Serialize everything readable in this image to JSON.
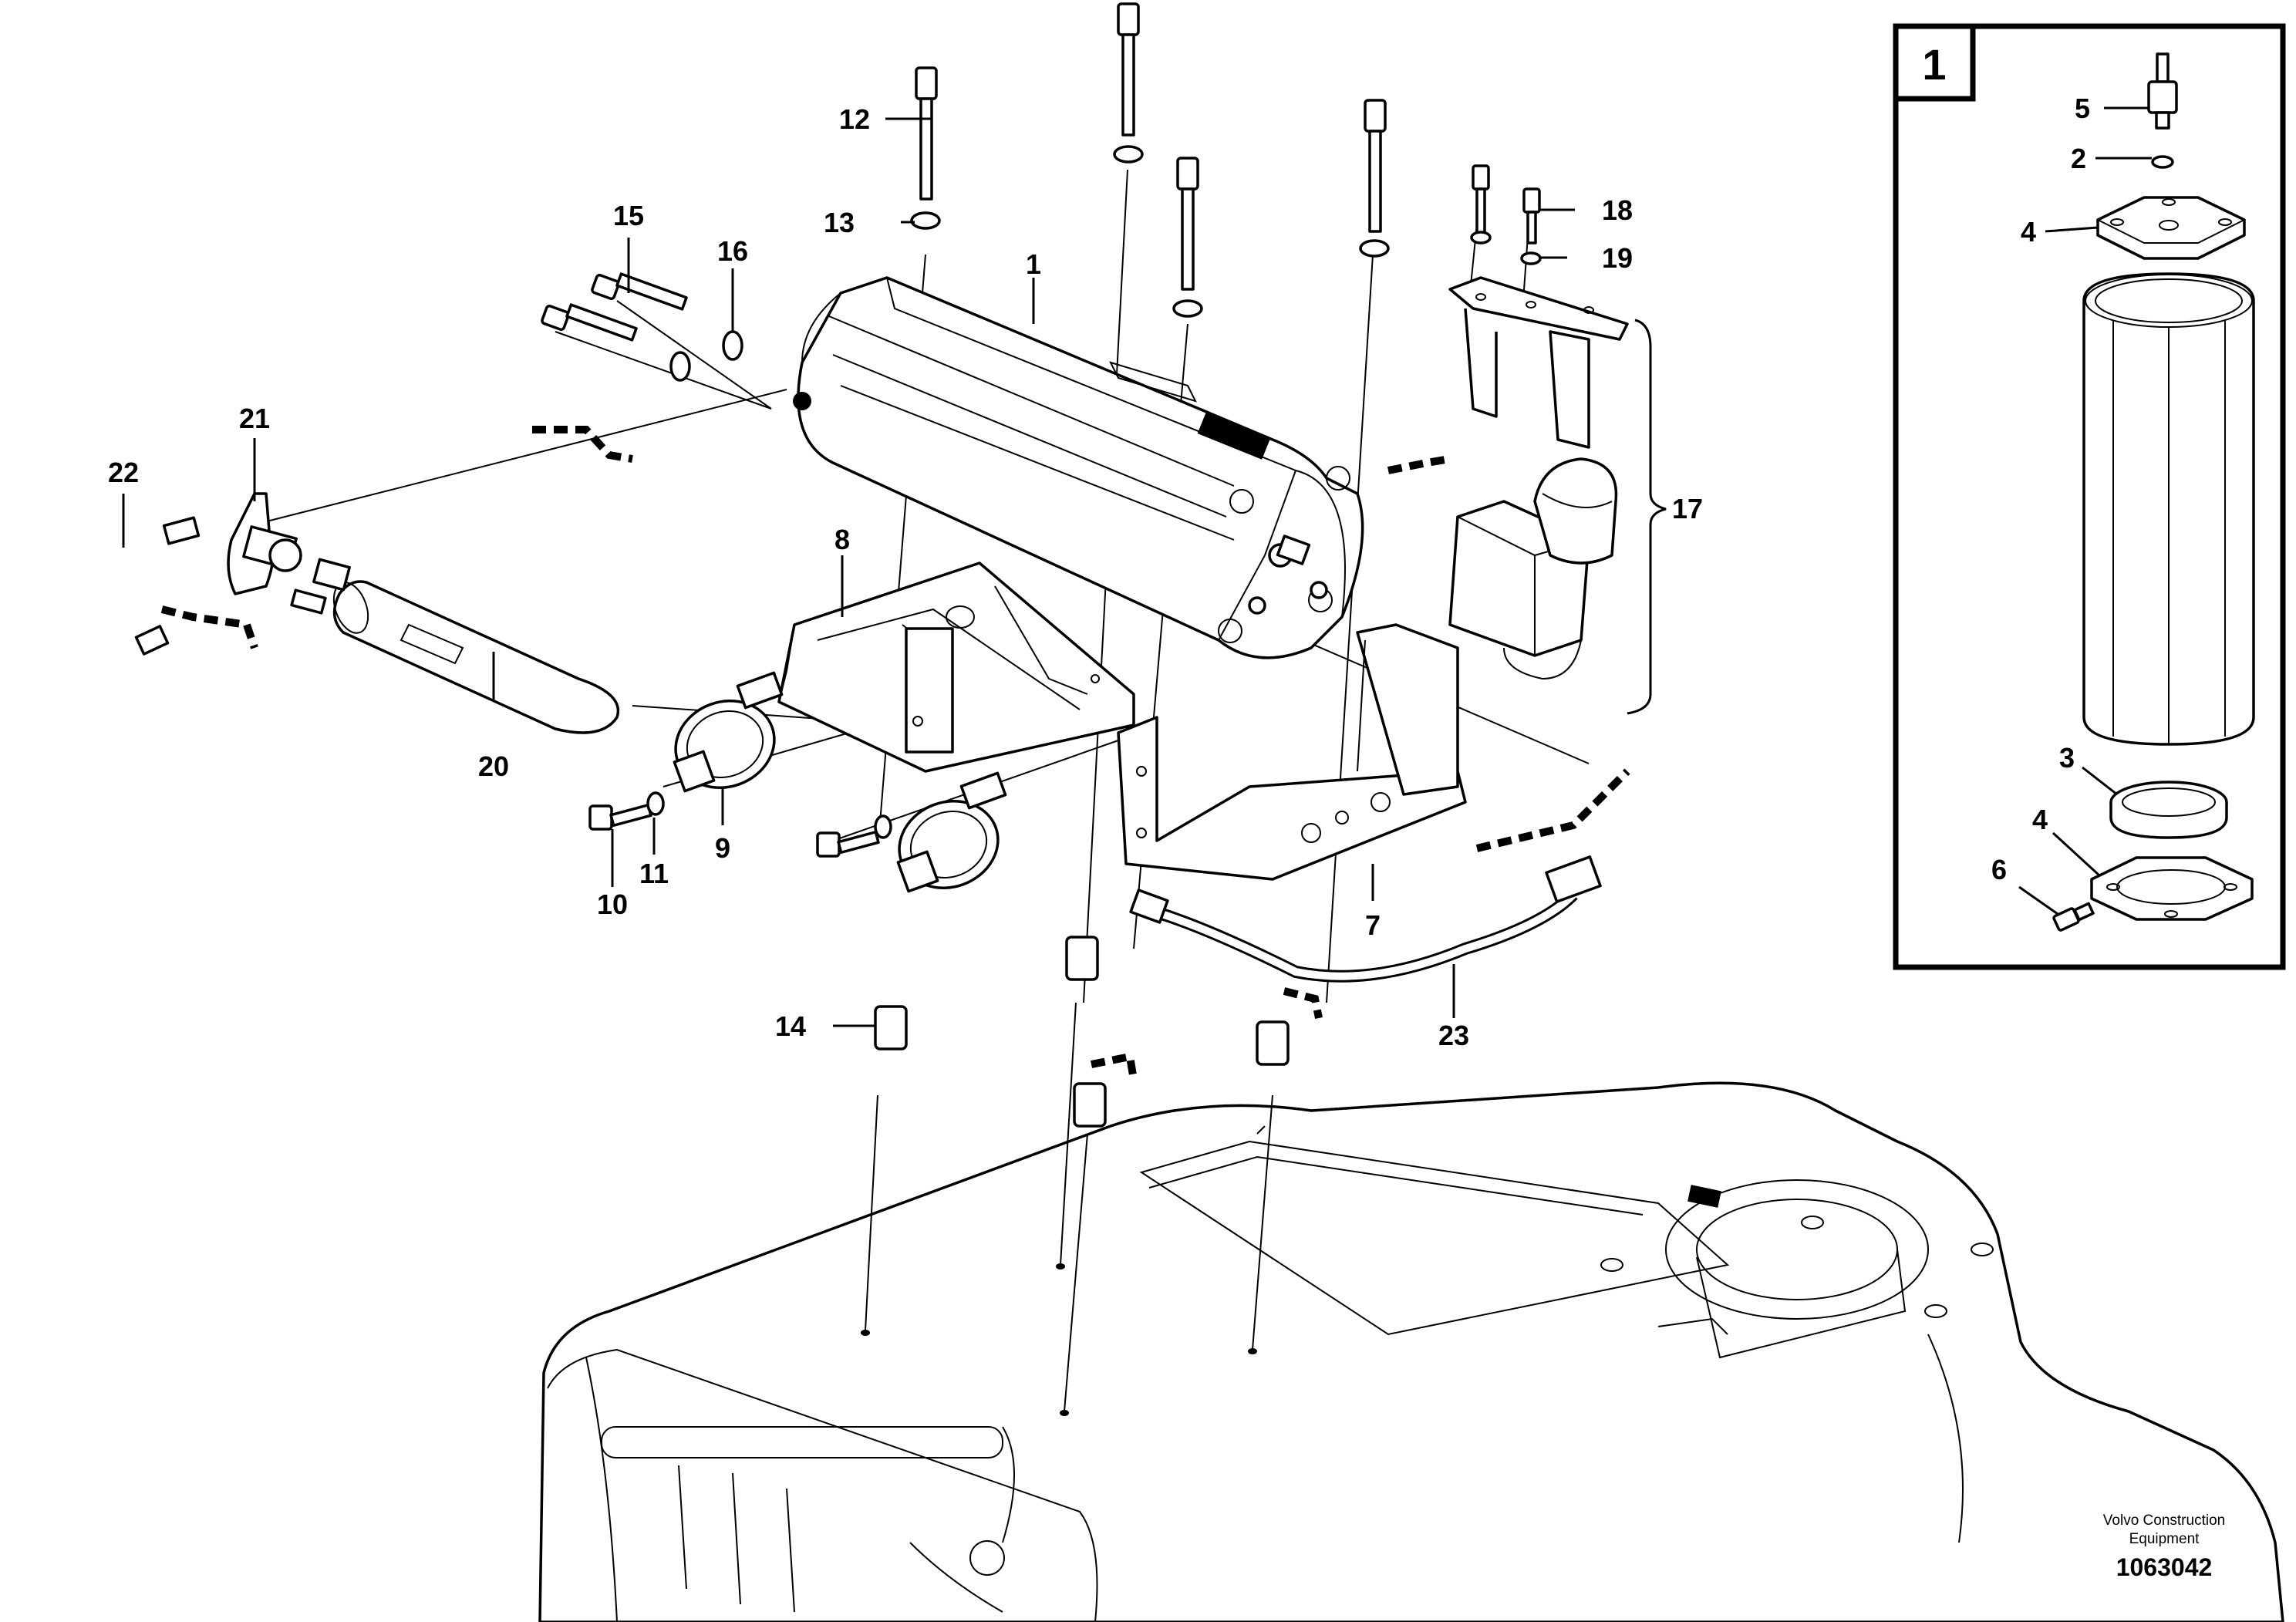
{
  "callouts": {
    "c1": "1",
    "c2": "2",
    "c3": "3",
    "c4a": "4",
    "c4b": "4",
    "c5": "5",
    "c6": "6",
    "c7": "7",
    "c8": "8",
    "c9": "9",
    "c10": "10",
    "c11": "11",
    "c12": "12",
    "c13": "13",
    "c14": "14",
    "c15": "15",
    "c16": "16",
    "c17": "17",
    "c18": "18",
    "c19": "19",
    "c20": "20",
    "c21": "21",
    "c22": "22",
    "c23": "23"
  },
  "inset": {
    "label": "1"
  },
  "footer": {
    "company_line1": "Volvo Construction",
    "company_line2": "Equipment",
    "drawing_number": "1063042"
  }
}
